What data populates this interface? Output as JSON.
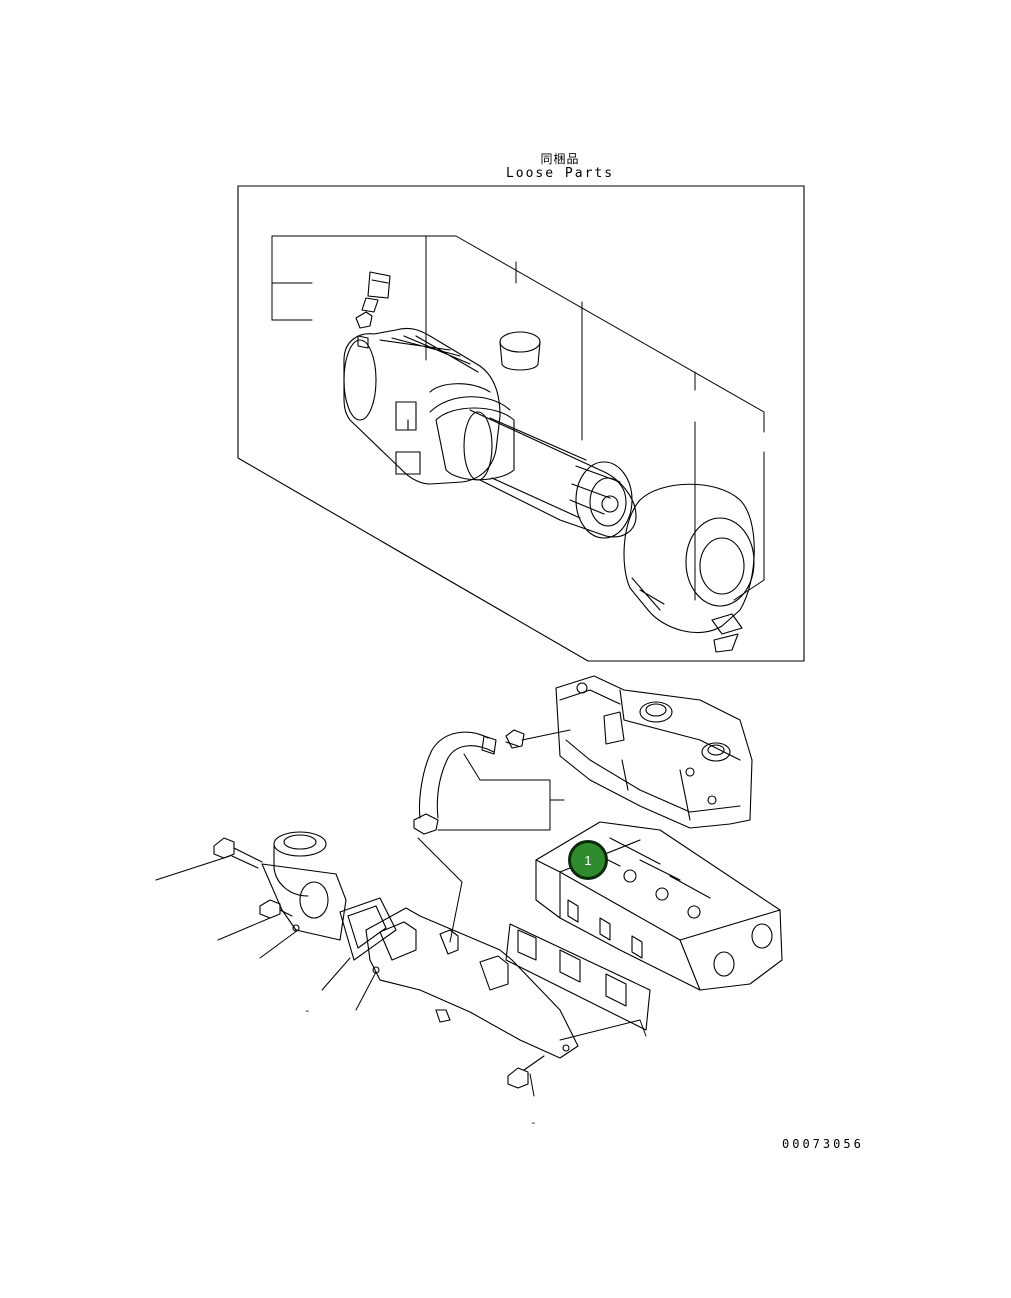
{
  "header": {
    "title_jp": "同梱品",
    "title_en": "Loose Parts"
  },
  "callout": {
    "number": "1",
    "color": "#2e8b2e"
  },
  "footer": {
    "drawing_number": "00073056"
  },
  "ticks": {
    "tick_a": "-",
    "tick_b": "-"
  }
}
